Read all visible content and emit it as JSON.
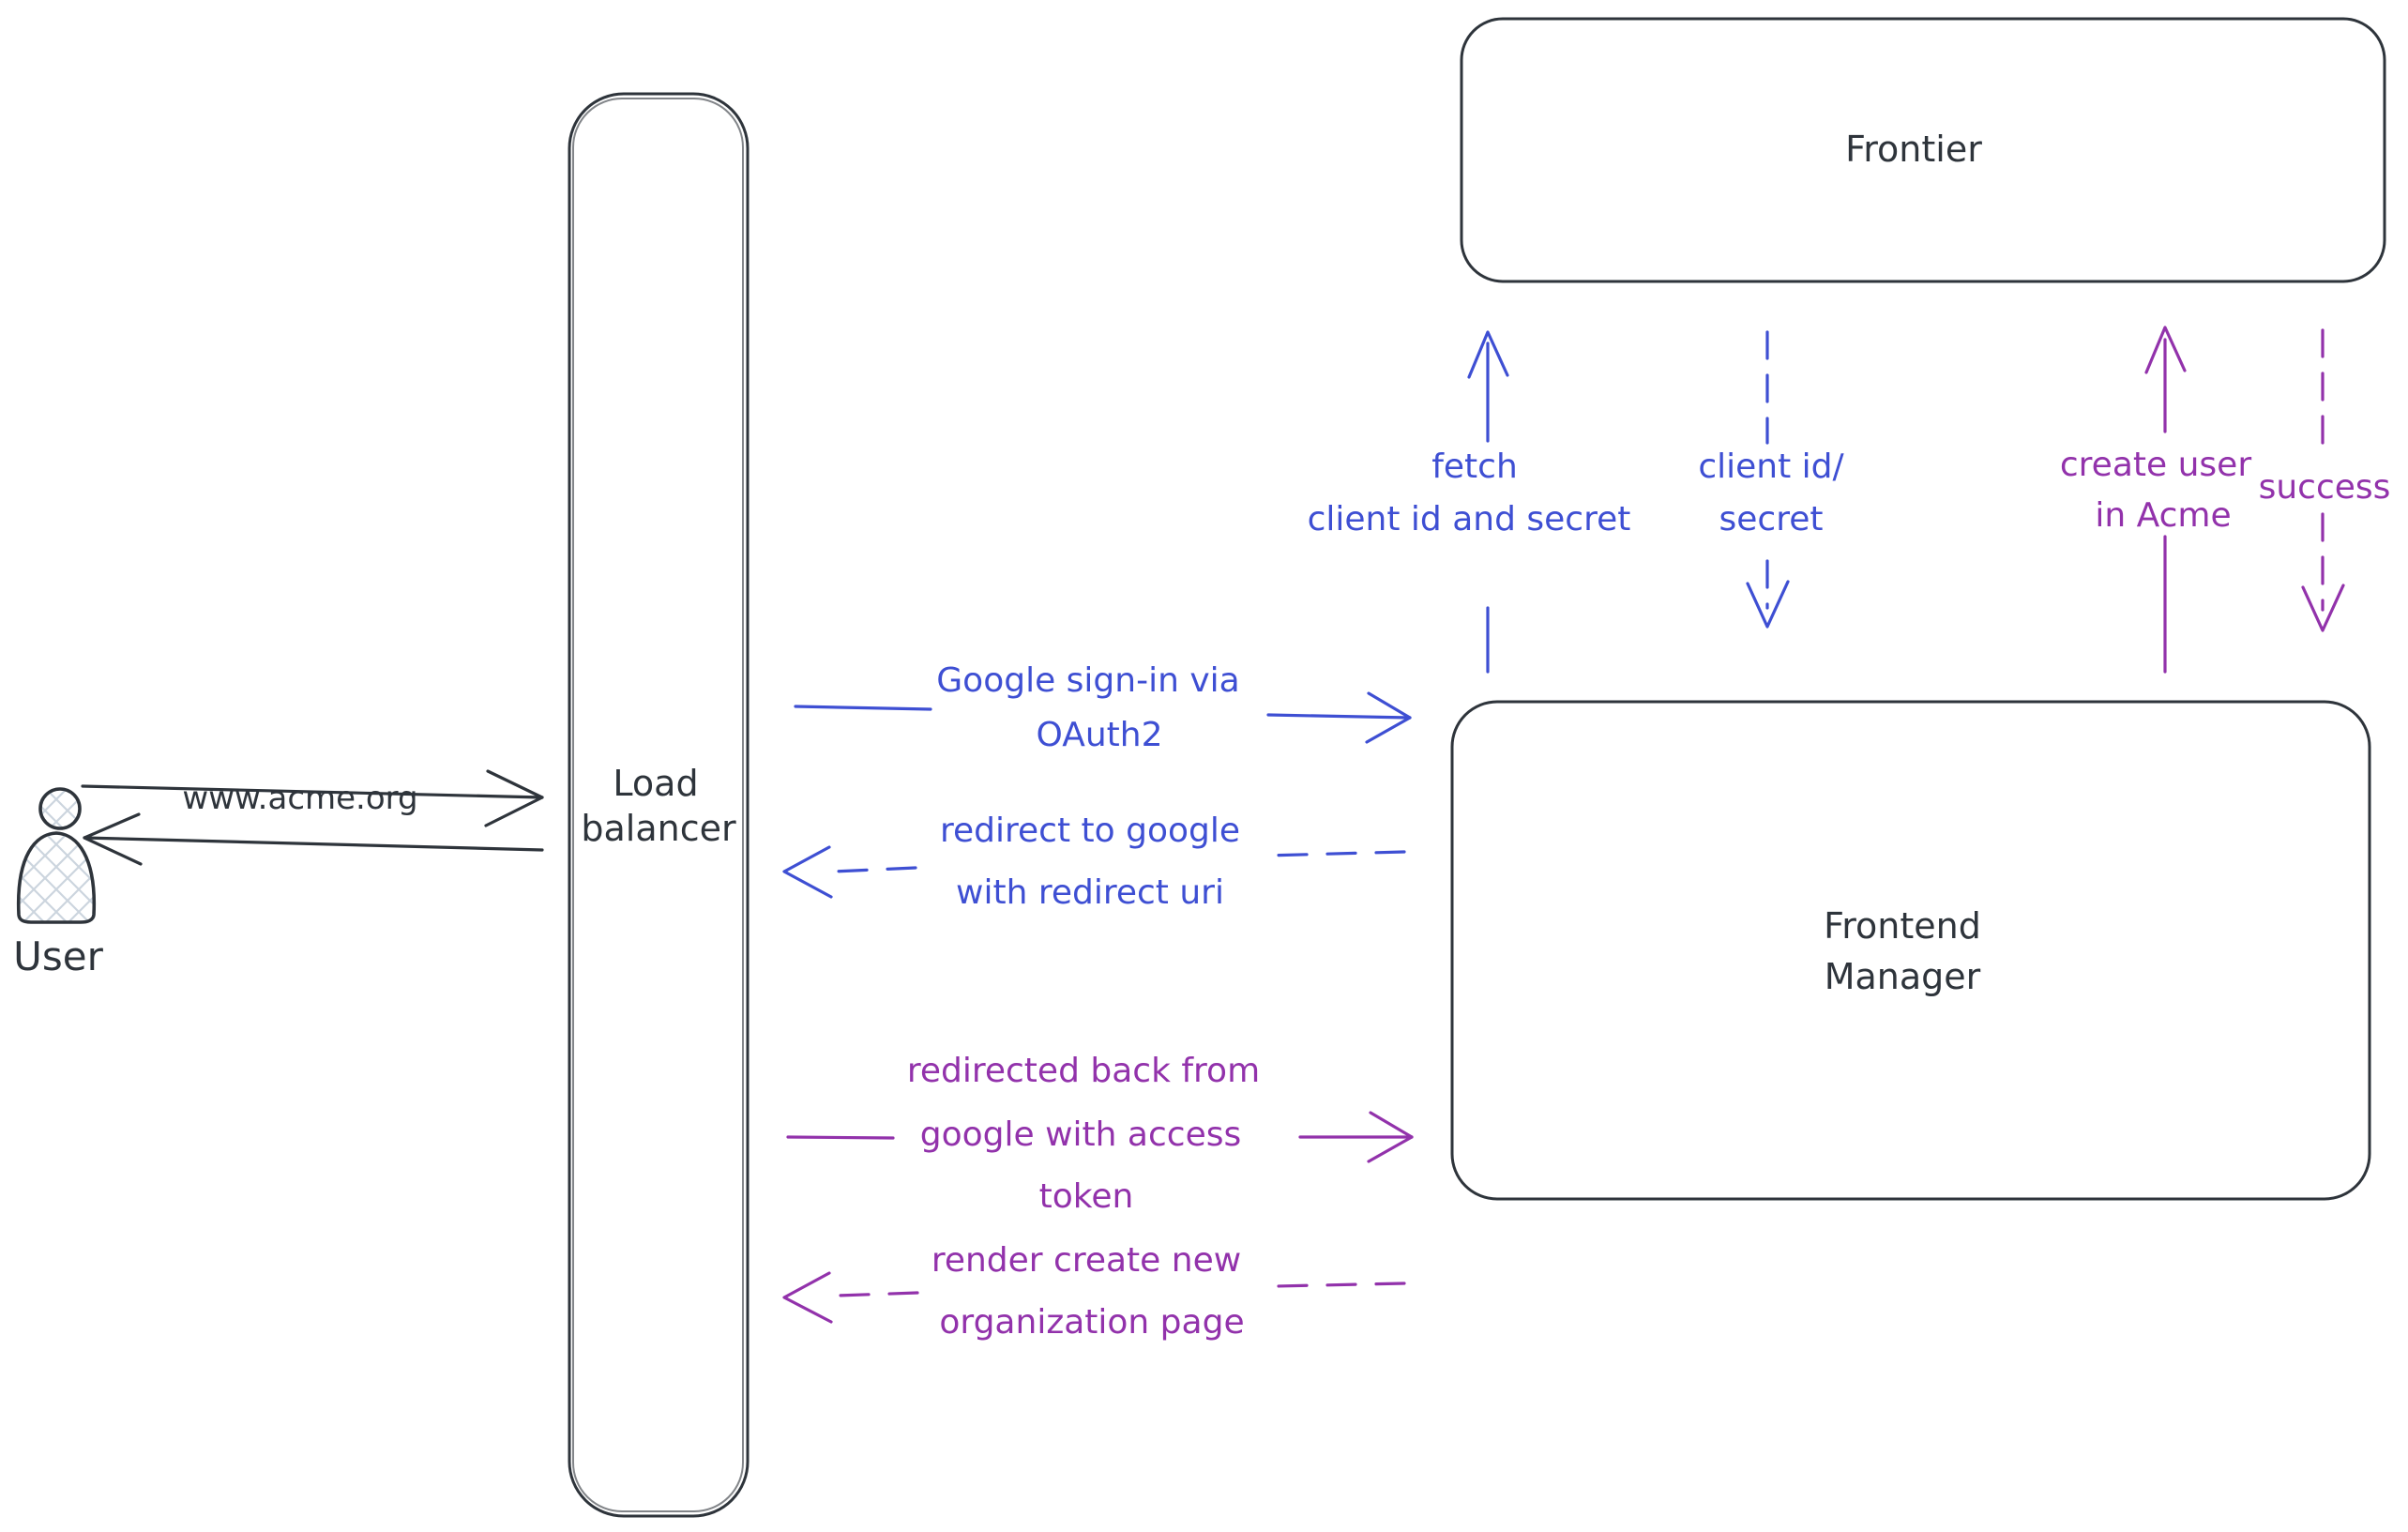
{
  "diagram": {
    "title": "Google OAuth2 sign-in flow diagram",
    "colors": {
      "ink": "#2e343b",
      "blue": "#3e4fd3",
      "purple": "#9232ab",
      "hatch": "#ccd5de",
      "background": "#ffffff"
    },
    "nodes": {
      "user": {
        "label": "User"
      },
      "load_balancer": {
        "label_line1": "Load",
        "label_line2": "balancer"
      },
      "frontier": {
        "label": "Frontier"
      },
      "frontend_manager": {
        "label_line1": "Frontend",
        "label_line2": "Manager"
      }
    },
    "edges": {
      "www_acme": {
        "label": "www.acme.org",
        "from": "user",
        "to": "load_balancer",
        "style": "solid",
        "color": "ink"
      },
      "return_to_user": {
        "from": "load_balancer",
        "to": "user",
        "style": "solid",
        "color": "ink"
      },
      "google_signin": {
        "label_line1": "Google sign-in via",
        "label_line2": "OAuth2",
        "from": "load_balancer",
        "to": "frontend_manager",
        "style": "solid",
        "color": "blue"
      },
      "redirect_to_google": {
        "label_line1": "redirect to google",
        "label_line2": "with redirect uri",
        "from": "frontend_manager",
        "to": "load_balancer",
        "style": "dashed",
        "color": "blue"
      },
      "fetch_client_creds": {
        "label_line1": "fetch",
        "label_line2": "client id and secret",
        "from": "frontend_manager",
        "to": "frontier",
        "style": "solid",
        "color": "blue"
      },
      "client_id_secret": {
        "label_line1": "client id/",
        "label_line2": "secret",
        "from": "frontier",
        "to": "frontend_manager",
        "style": "dashed",
        "color": "blue"
      },
      "create_user": {
        "label_line1": "create user",
        "label_line2": "in Acme",
        "from": "frontend_manager",
        "to": "frontier",
        "style": "solid",
        "color": "purple"
      },
      "success": {
        "label": "success",
        "from": "frontier",
        "to": "frontend_manager",
        "style": "dashed",
        "color": "purple"
      },
      "redirected_back": {
        "label_line1": "redirected back from",
        "label_line2": "google with access",
        "label_line3": "token",
        "from": "load_balancer",
        "to": "frontend_manager",
        "style": "solid",
        "color": "purple"
      },
      "render_org_page": {
        "label_line1": "render create new",
        "label_line2": "organization page",
        "from": "frontend_manager",
        "to": "load_balancer",
        "style": "dashed",
        "color": "purple"
      }
    }
  }
}
